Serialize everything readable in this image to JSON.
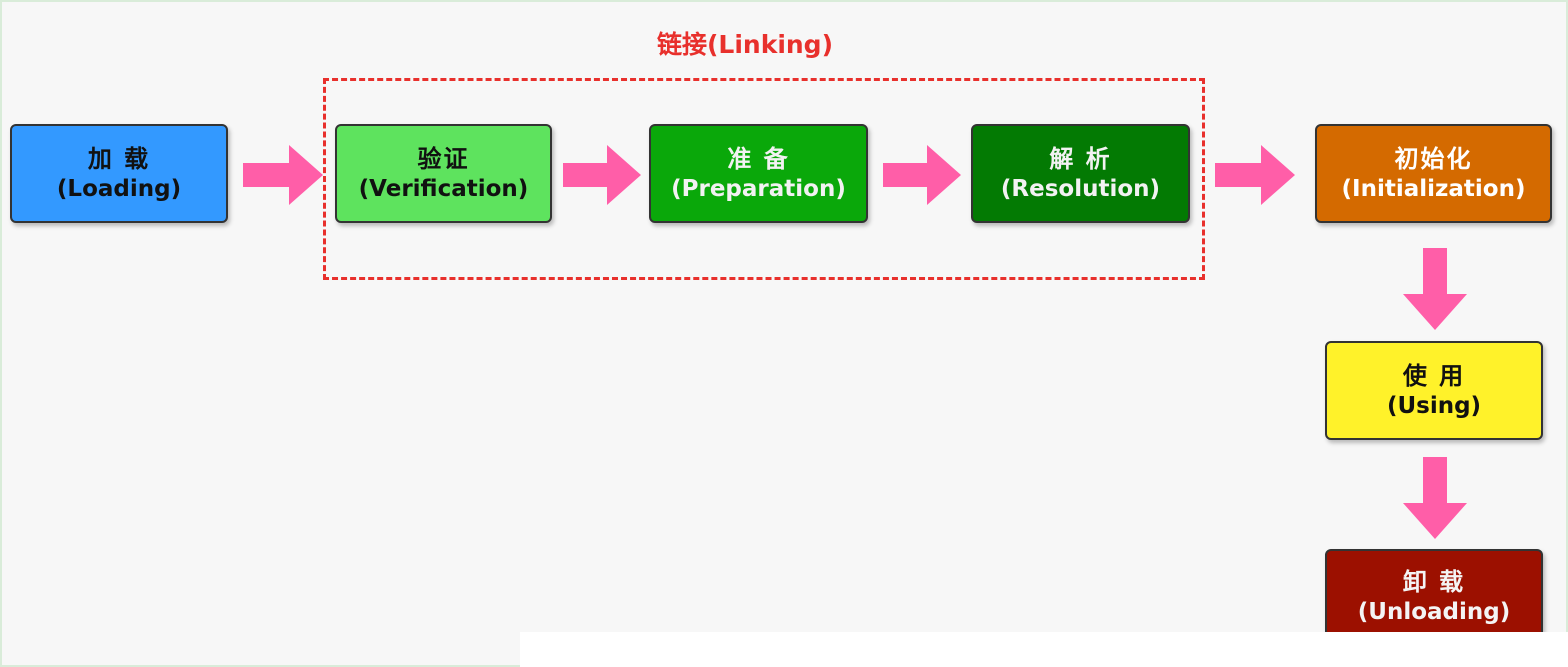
{
  "diagram": {
    "linking_title": "链接(Linking)",
    "stages": {
      "loading": {
        "zh": "加 载",
        "en": "(Loading)"
      },
      "verification": {
        "zh": "验证",
        "en": "(Verification)"
      },
      "preparation": {
        "zh": "准 备",
        "en": "(Preparation)"
      },
      "resolution": {
        "zh": "解 析",
        "en": "(Resolution)"
      },
      "initialization": {
        "zh": "初始化",
        "en": "(Initialization)"
      },
      "using": {
        "zh": "使 用",
        "en": "(Using)"
      },
      "unloading": {
        "zh": "卸 载",
        "en": "(Unloading)"
      }
    },
    "colors": {
      "loading": "#3399ff",
      "verification": "#5ee35e",
      "preparation": "#0aa80a",
      "resolution": "#037a03",
      "initialization": "#d46a00",
      "using": "#fff22a",
      "unloading": "#9c1000",
      "arrow": "#ff5ea8",
      "linking_border": "#e8302c"
    }
  }
}
